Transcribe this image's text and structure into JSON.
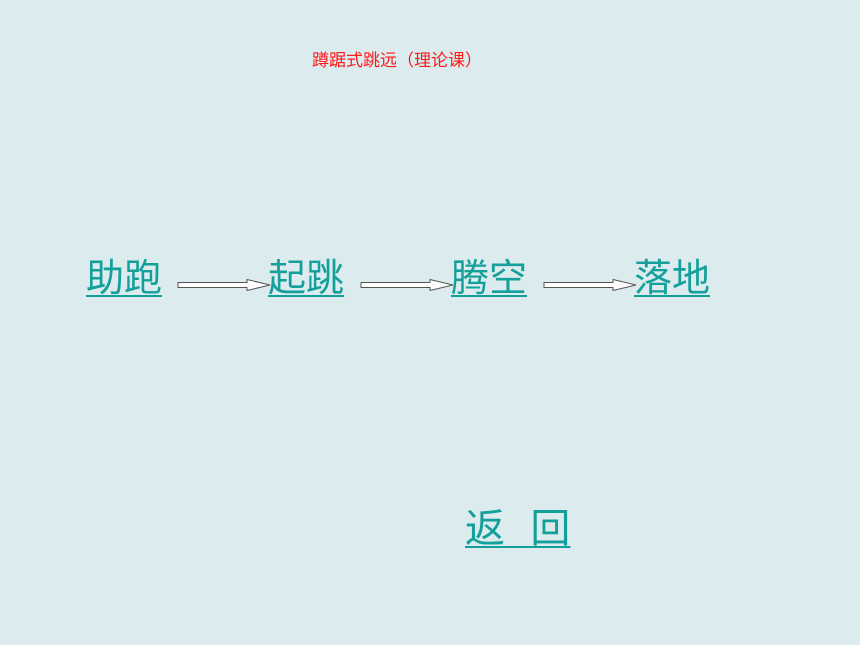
{
  "slide": {
    "title": "蹲踞式跳远（理论课）",
    "steps": [
      {
        "label": "助跑"
      },
      {
        "label": "起跳"
      },
      {
        "label": "腾空"
      },
      {
        "label": "落地"
      }
    ],
    "back_label": "返  回"
  },
  "colors": {
    "background": "#dbebee",
    "title": "#ff1a1a",
    "link": "#14a09a",
    "arrow": "#555555"
  }
}
